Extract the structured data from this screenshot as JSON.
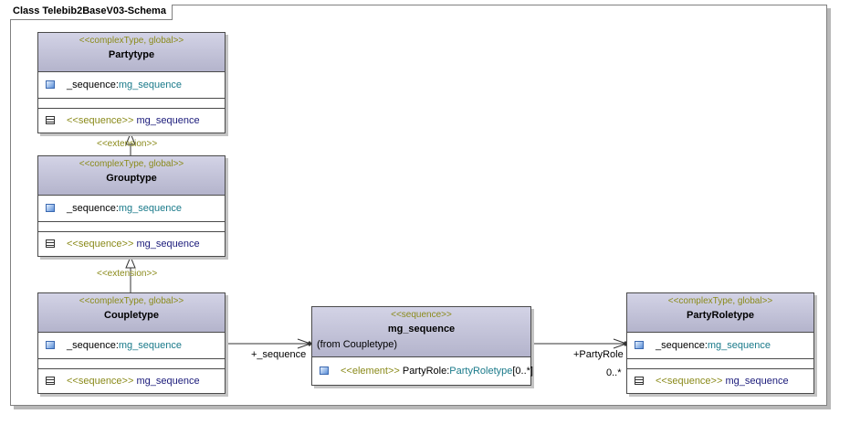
{
  "frame_title": "Class Telebib2BaseV03-Schema",
  "classes": {
    "partytype": {
      "stereotype": "<<complexType, global>>",
      "name": "Partytype",
      "attr_name": "_sequence:",
      "attr_type": "mg_sequence",
      "op_stereo": "<<sequence>>",
      "op_name": " mg_sequence"
    },
    "grouptype": {
      "stereotype": "<<complexType, global>>",
      "name": "Grouptype",
      "attr_name": "_sequence:",
      "attr_type": "mg_sequence",
      "op_stereo": "<<sequence>>",
      "op_name": " mg_sequence"
    },
    "coupletype": {
      "stereotype": "<<complexType, global>>",
      "name": "Coupletype",
      "attr_name": "_sequence:",
      "attr_type": "mg_sequence",
      "op_stereo": "<<sequence>>",
      "op_name": " mg_sequence"
    },
    "mg_sequence": {
      "stereotype": "<<sequence>>",
      "name": "mg_sequence",
      "from": "(from Coupletype)",
      "elem_stereo": "<<element>>",
      "elem_name": " PartyRole:",
      "elem_type": "PartyRoletype",
      "elem_mult": "[0..*]"
    },
    "partyroletype": {
      "stereotype": "<<complexType, global>>",
      "name": "PartyRoletype",
      "attr_name": "_sequence:",
      "attr_type": "mg_sequence",
      "op_stereo": "<<sequence>>",
      "op_name": " mg_sequence"
    }
  },
  "connectors": {
    "ext1": "<<extension>>",
    "ext2": "<<extension>>",
    "assoc1_role": "+_sequence",
    "assoc2_role": "+PartyRole",
    "assoc2_mult": "0..*"
  }
}
